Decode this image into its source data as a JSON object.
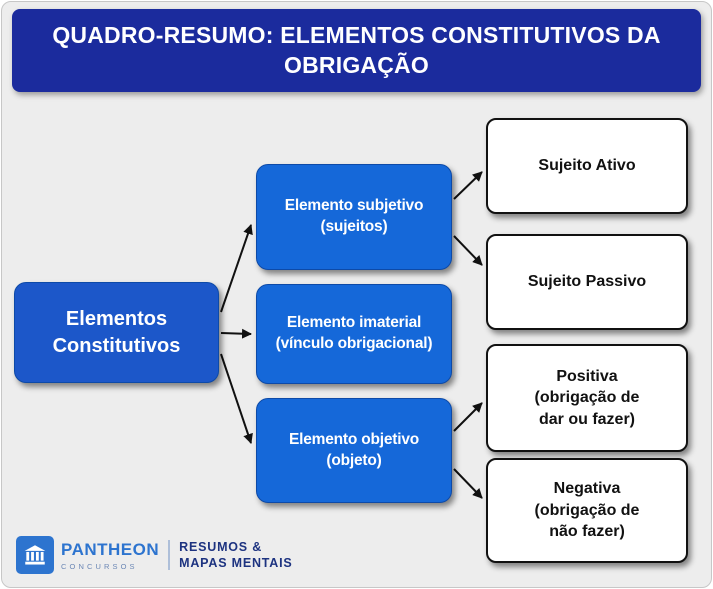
{
  "header": {
    "title": "QUADRO-RESUMO: ELEMENTOS CONSTITUTIVOS DA OBRIGAÇÃO"
  },
  "diagram": {
    "root": {
      "line1": "Elementos",
      "line2": "Constitutivos"
    },
    "middle": [
      {
        "line1": "Elemento subjetivo",
        "line2": "(sujeitos)"
      },
      {
        "line1": "Elemento imaterial",
        "line2": "(vínculo obrigacional)"
      },
      {
        "line1": "Elemento objetivo",
        "line2": "(objeto)"
      }
    ],
    "leaves": [
      {
        "line1": "Sujeito Ativo",
        "line2": ""
      },
      {
        "line1": "Sujeito Passivo",
        "line2": ""
      },
      {
        "line1": "Positiva",
        "line2": "(obrigação de\ndar ou fazer)"
      },
      {
        "line1": "Negativa",
        "line2": "(obrigação de\nnão fazer)"
      }
    ]
  },
  "footer": {
    "brand_name": "PANTHEON",
    "brand_subtitle": "CONCURSOS",
    "tagline_line1": "RESUMOS &",
    "tagline_line2": "MAPAS MENTAIS"
  },
  "colors": {
    "header-bg": "#1b2b9d",
    "root-bg": "#1c57c9",
    "node-bg": "#1568d9",
    "panel-bg": "#ededed",
    "leaf-border": "#111111",
    "connector": "#111111",
    "brand-blue": "#2d74cf",
    "brand-navy": "#1d3380"
  }
}
